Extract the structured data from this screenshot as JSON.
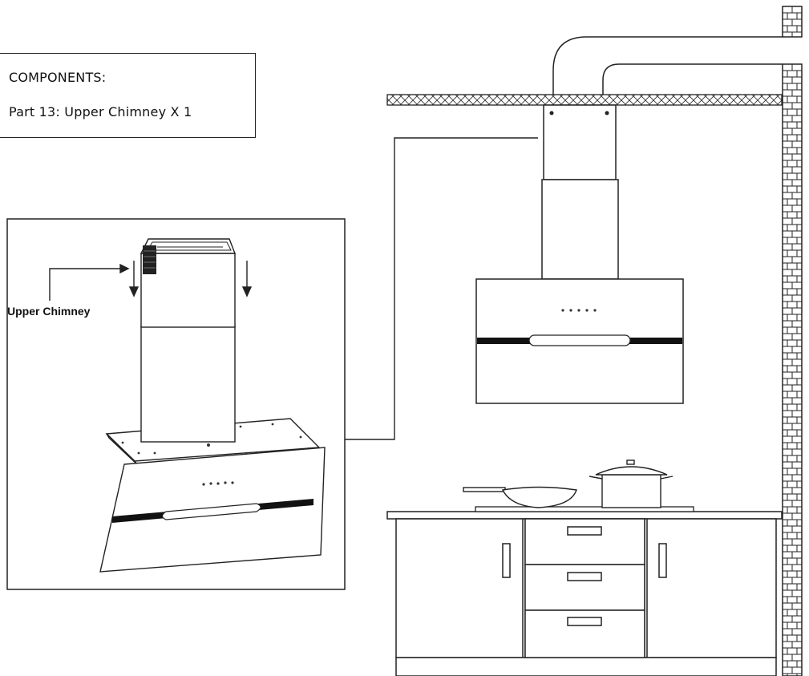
{
  "components": {
    "title": "COMPONENTS:",
    "part": "Part 13:  Upper Chimney X 1"
  },
  "callout": {
    "label": "Upper Chimney"
  },
  "icons": {
    "drop_arrows": "down-arrow-icon",
    "wall": "brick-wall-icon"
  }
}
